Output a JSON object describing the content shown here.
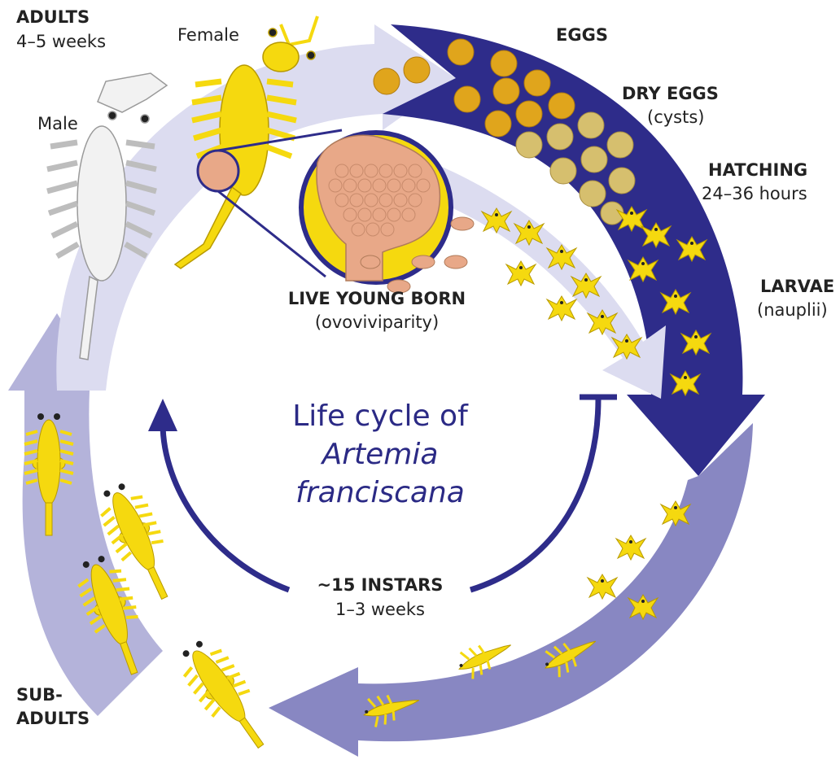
{
  "title": {
    "line1": "Life cycle of",
    "line2": "Artemia",
    "line3": "franciscana"
  },
  "labels": {
    "adults": {
      "heading": "ADULTS",
      "duration": "4–5 weeks"
    },
    "female": "Female",
    "male": "Male",
    "eggs": "EGGS",
    "dry_eggs": {
      "heading": "DRY EGGS",
      "note": "(cysts)"
    },
    "hatching": {
      "heading": "HATCHING",
      "duration": "24–36 hours"
    },
    "larvae": {
      "heading": "LARVAE",
      "note": "(nauplii)"
    },
    "live_young": {
      "heading": "LIVE YOUNG BORN",
      "note": "(ovoviviparity)"
    },
    "instars": {
      "heading": "~15 INSTARS",
      "duration": "1–3 weeks"
    },
    "sub_adults": {
      "line1": "SUB-",
      "line2": "ADULTS"
    }
  },
  "colors": {
    "dark_arrow": "#2e2c8a",
    "mid_arrow": "#8887c2",
    "light_arrow": "#dcdcf0",
    "lavender": "#b4b3da",
    "creature_yellow": "#f5d90f",
    "creature_outline": "#b89a00",
    "egg_orange": "#e0a51c",
    "cyst_tan": "#d6bf6e",
    "embryo_salmon": "#e8a888",
    "male_fill": "#f2f2f2"
  },
  "icons": [
    "female-artemia-icon",
    "male-artemia-icon",
    "nauplius-icon",
    "sub-adult-icon",
    "egg-icon",
    "cyst-icon",
    "brood-pouch-magnifier-icon"
  ]
}
